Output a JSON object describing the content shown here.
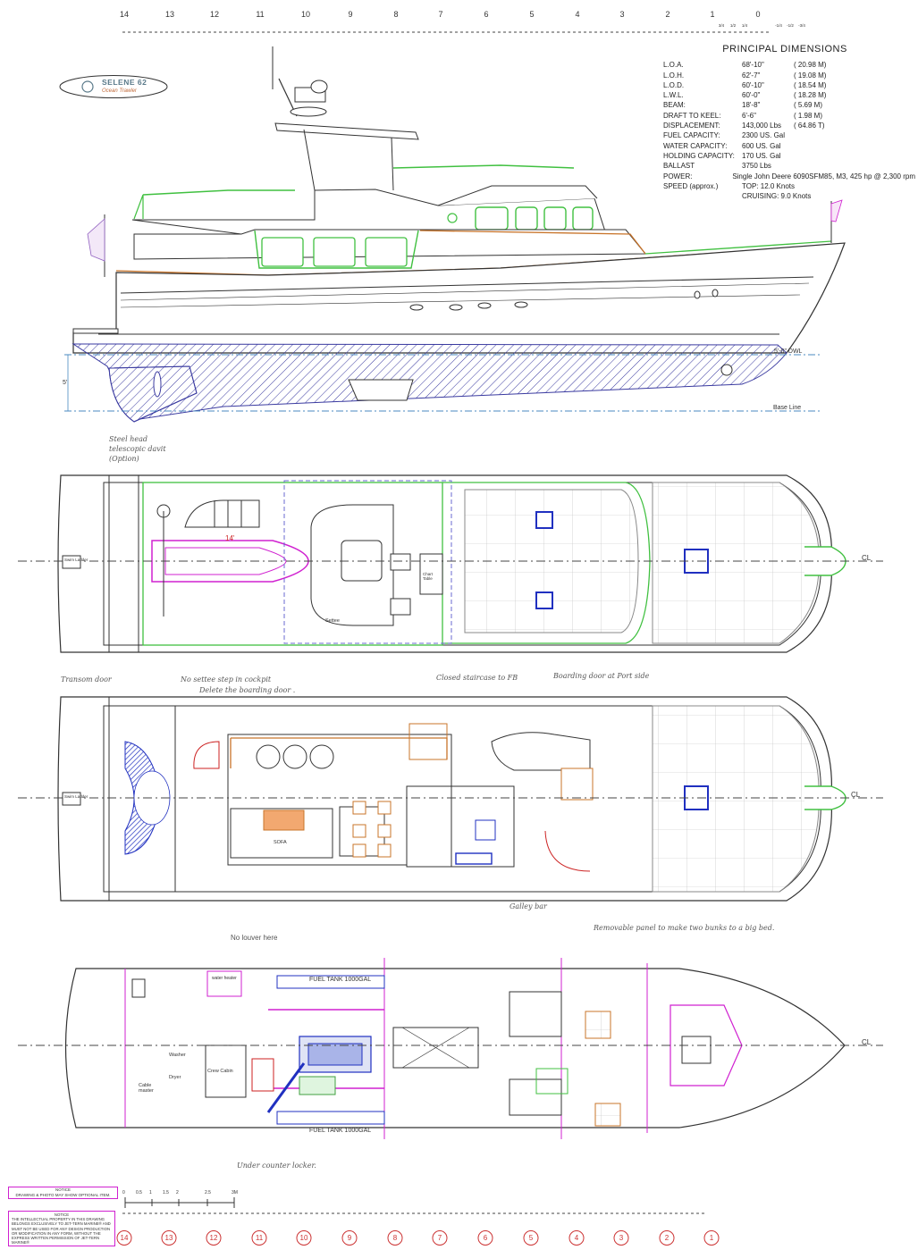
{
  "ruler": {
    "top_ticks": [
      "14",
      "13",
      "12",
      "11",
      "10",
      "9",
      "8",
      "7",
      "6",
      "5",
      "4",
      "3",
      "2",
      "1",
      "0"
    ],
    "small_ticks": [
      "3/4",
      "1/2",
      "1/4",
      "-1/4",
      "-1/2",
      "-3/4"
    ],
    "bottom_ticks": [
      "14",
      "13",
      "12",
      "11",
      "10",
      "9",
      "8",
      "7",
      "6",
      "5",
      "4",
      "3",
      "2",
      "1"
    ]
  },
  "logo": {
    "name": "SELENE 62",
    "subtitle": "Ocean Trawler"
  },
  "principal_dimensions": {
    "title": "PRINCIPAL DIMENSIONS",
    "rows": [
      {
        "label": "L.O.A.",
        "value": "68'-10\"",
        "metric": "( 20.98 M)",
        "extra": ""
      },
      {
        "label": "L.O.H.",
        "value": "62'-7\"",
        "metric": "( 19.08 M)",
        "extra": ""
      },
      {
        "label": "L.O.D.",
        "value": "60'-10\"",
        "metric": "( 18.54 M)",
        "extra": ""
      },
      {
        "label": "L.W.L.",
        "value": "60'-0\"",
        "metric": "( 18.28 M)",
        "extra": ""
      },
      {
        "label": "BEAM:",
        "value": "18'-8\"",
        "metric": "( 5.69 M)",
        "extra": ""
      },
      {
        "label": "DRAFT TO KEEL:",
        "value": "6'-6\"",
        "metric": "( 1.98 M)",
        "extra": ""
      },
      {
        "label": "DISPLACEMENT:",
        "value": "143,000 Lbs",
        "metric": "( 64.86 T)",
        "extra": ""
      },
      {
        "label": "FUEL CAPACITY:",
        "value": "2300 US. Gal",
        "metric": "",
        "extra": ""
      },
      {
        "label": "WATER CAPACITY:",
        "value": "600 US. Gal",
        "metric": "",
        "extra": ""
      },
      {
        "label": "HOLDING CAPACITY:",
        "value": "170 US. Gal",
        "metric": "",
        "extra": ""
      },
      {
        "label": "BALLAST",
        "value": "3750 Lbs",
        "metric": "",
        "extra": ""
      },
      {
        "label": "POWER:",
        "value": "",
        "metric": "",
        "extra": "Single John Deere 6090SFM85, M3, 425 hp @ 2,300 rpm"
      },
      {
        "label": "SPEED (approx.)",
        "value": "",
        "metric": "",
        "extra": "TOP:   12.0 Knots"
      }
    ],
    "speed_cruising": "CRUISING:   9.0 Knots"
  },
  "profile": {
    "dwl_label": "5'-0\" DWL",
    "base_line": "Base Line",
    "draft_mark": "5'"
  },
  "labels": {
    "centerline": "CL",
    "swim_ladder": "Swim Ladder",
    "dinghy_length": "14'",
    "settee": "Settee",
    "chart_table": "Chart Table",
    "sofa": "SOFA",
    "fuel_tank_upper": "FUEL TANK 1000GAL",
    "fuel_tank_lower": "FUEL TANK 1000GAL",
    "water_heater": "water heater",
    "crew_cabin": "Crew Cabin",
    "cable_master": "Cable master",
    "dryer": "Dryer",
    "washer": "Washer"
  },
  "annotations": {
    "davit": "Steel head telescopic davit (Option)",
    "transom_door": "Transom door",
    "no_settee": "No settee step in cockpit",
    "delete_door": "Delete the boarding door .",
    "closed_staircase": "Closed staircase to FB",
    "boarding_door": "Boarding door at Port side",
    "galley_bar": "Galley bar",
    "no_louver": "No louver here",
    "removable_panel": "Removable panel to make two bunks to a big bed.",
    "under_counter": "Under counter locker."
  },
  "notice": {
    "title1": "NOTICE",
    "line1": "DRAWING & PHOTO MAY SHOW OPTIONAL ITEM.",
    "title2": "NOTICE",
    "text2": "THE INTELLECTUAL PROPERTY IN THIS DRAWING BELONGS EXCLUSIVELY TO JET-TERN MARINE® AND MUST NOT BE USED FOR ANY DESIGN PRODUCTION OR MODIFICATION IN ANY FORM, WITHOUT THE EXPRESS WRITTEN PERMISSION OF JET-TERN MARINE®"
  },
  "scale_bar": [
    "0",
    "0.5",
    "1",
    "1.5",
    "2",
    "2.5",
    "3M"
  ],
  "colors": {
    "hull_hatch": "#3a3aa0",
    "trim_green": "#40c040",
    "trim_orange": "#c8742a",
    "magenta": "#d020d0",
    "blue": "#2030c0",
    "red": "#cc2222"
  }
}
